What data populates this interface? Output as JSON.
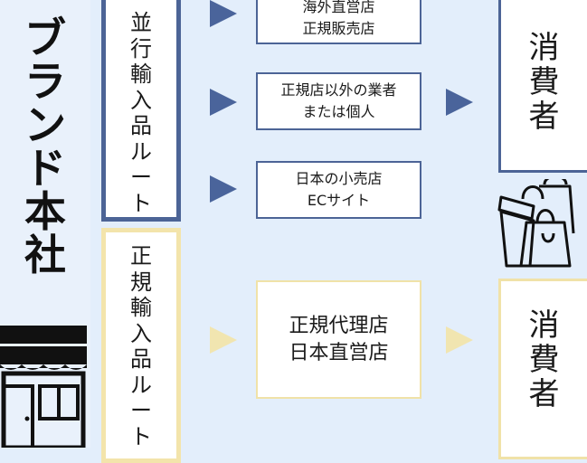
{
  "brand": {
    "title_chars": [
      "ブ",
      "ラ",
      "ン",
      "ド",
      "本",
      "社"
    ]
  },
  "routes": {
    "parallel": {
      "label_chars": [
        "並",
        "行",
        "輸",
        "入",
        "品",
        "ル",
        "ー",
        "ト"
      ]
    },
    "official": {
      "label_chars": [
        "正",
        "規",
        "輸",
        "入",
        "品",
        "ル",
        "ー",
        "ト"
      ]
    }
  },
  "channels": {
    "overseas_direct": {
      "line1": "海外直営店",
      "line2": "正規販売店"
    },
    "non_official_dealer": {
      "line1": "正規店以外の業者",
      "line2": "または個人"
    },
    "japan_retail": {
      "line1": "日本の小売店",
      "line2": "ECサイト"
    },
    "official_agent": {
      "line1": "正規代理店",
      "line2": "日本直営店"
    }
  },
  "consumer": {
    "chars": [
      "消",
      "費",
      "者"
    ]
  },
  "colors": {
    "parallel_accent": "#4a649b",
    "official_accent": "#f1e5b0",
    "background": "#e3eefb"
  },
  "icons": {
    "store": "store-icon",
    "shopping": "shopping-bags-icon"
  }
}
